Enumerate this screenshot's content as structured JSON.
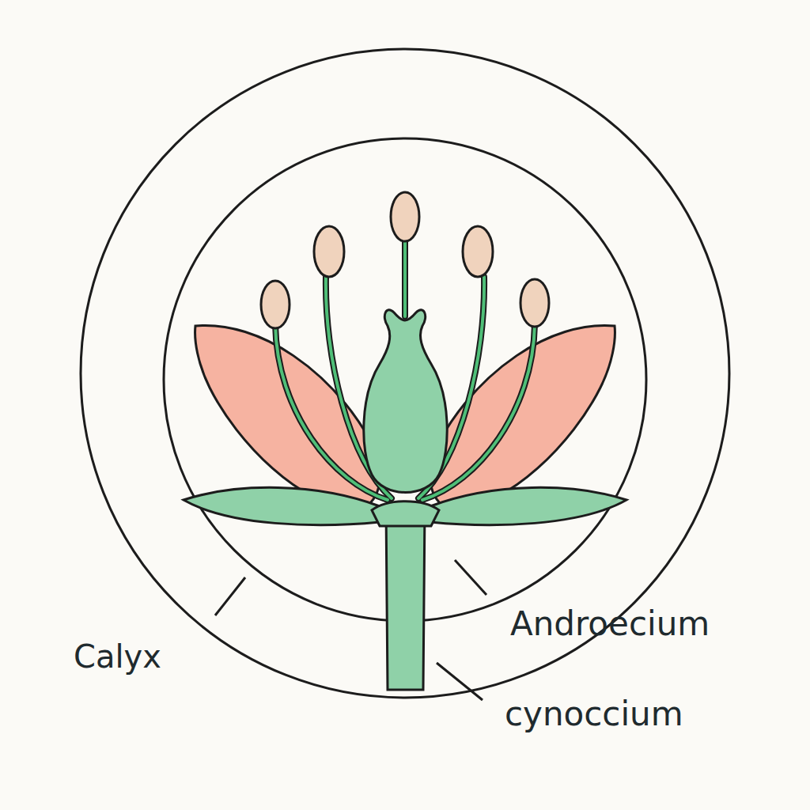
{
  "diagram": {
    "labels": [
      "Calyx",
      "Androecium",
      "cynoccium"
    ]
  }
}
